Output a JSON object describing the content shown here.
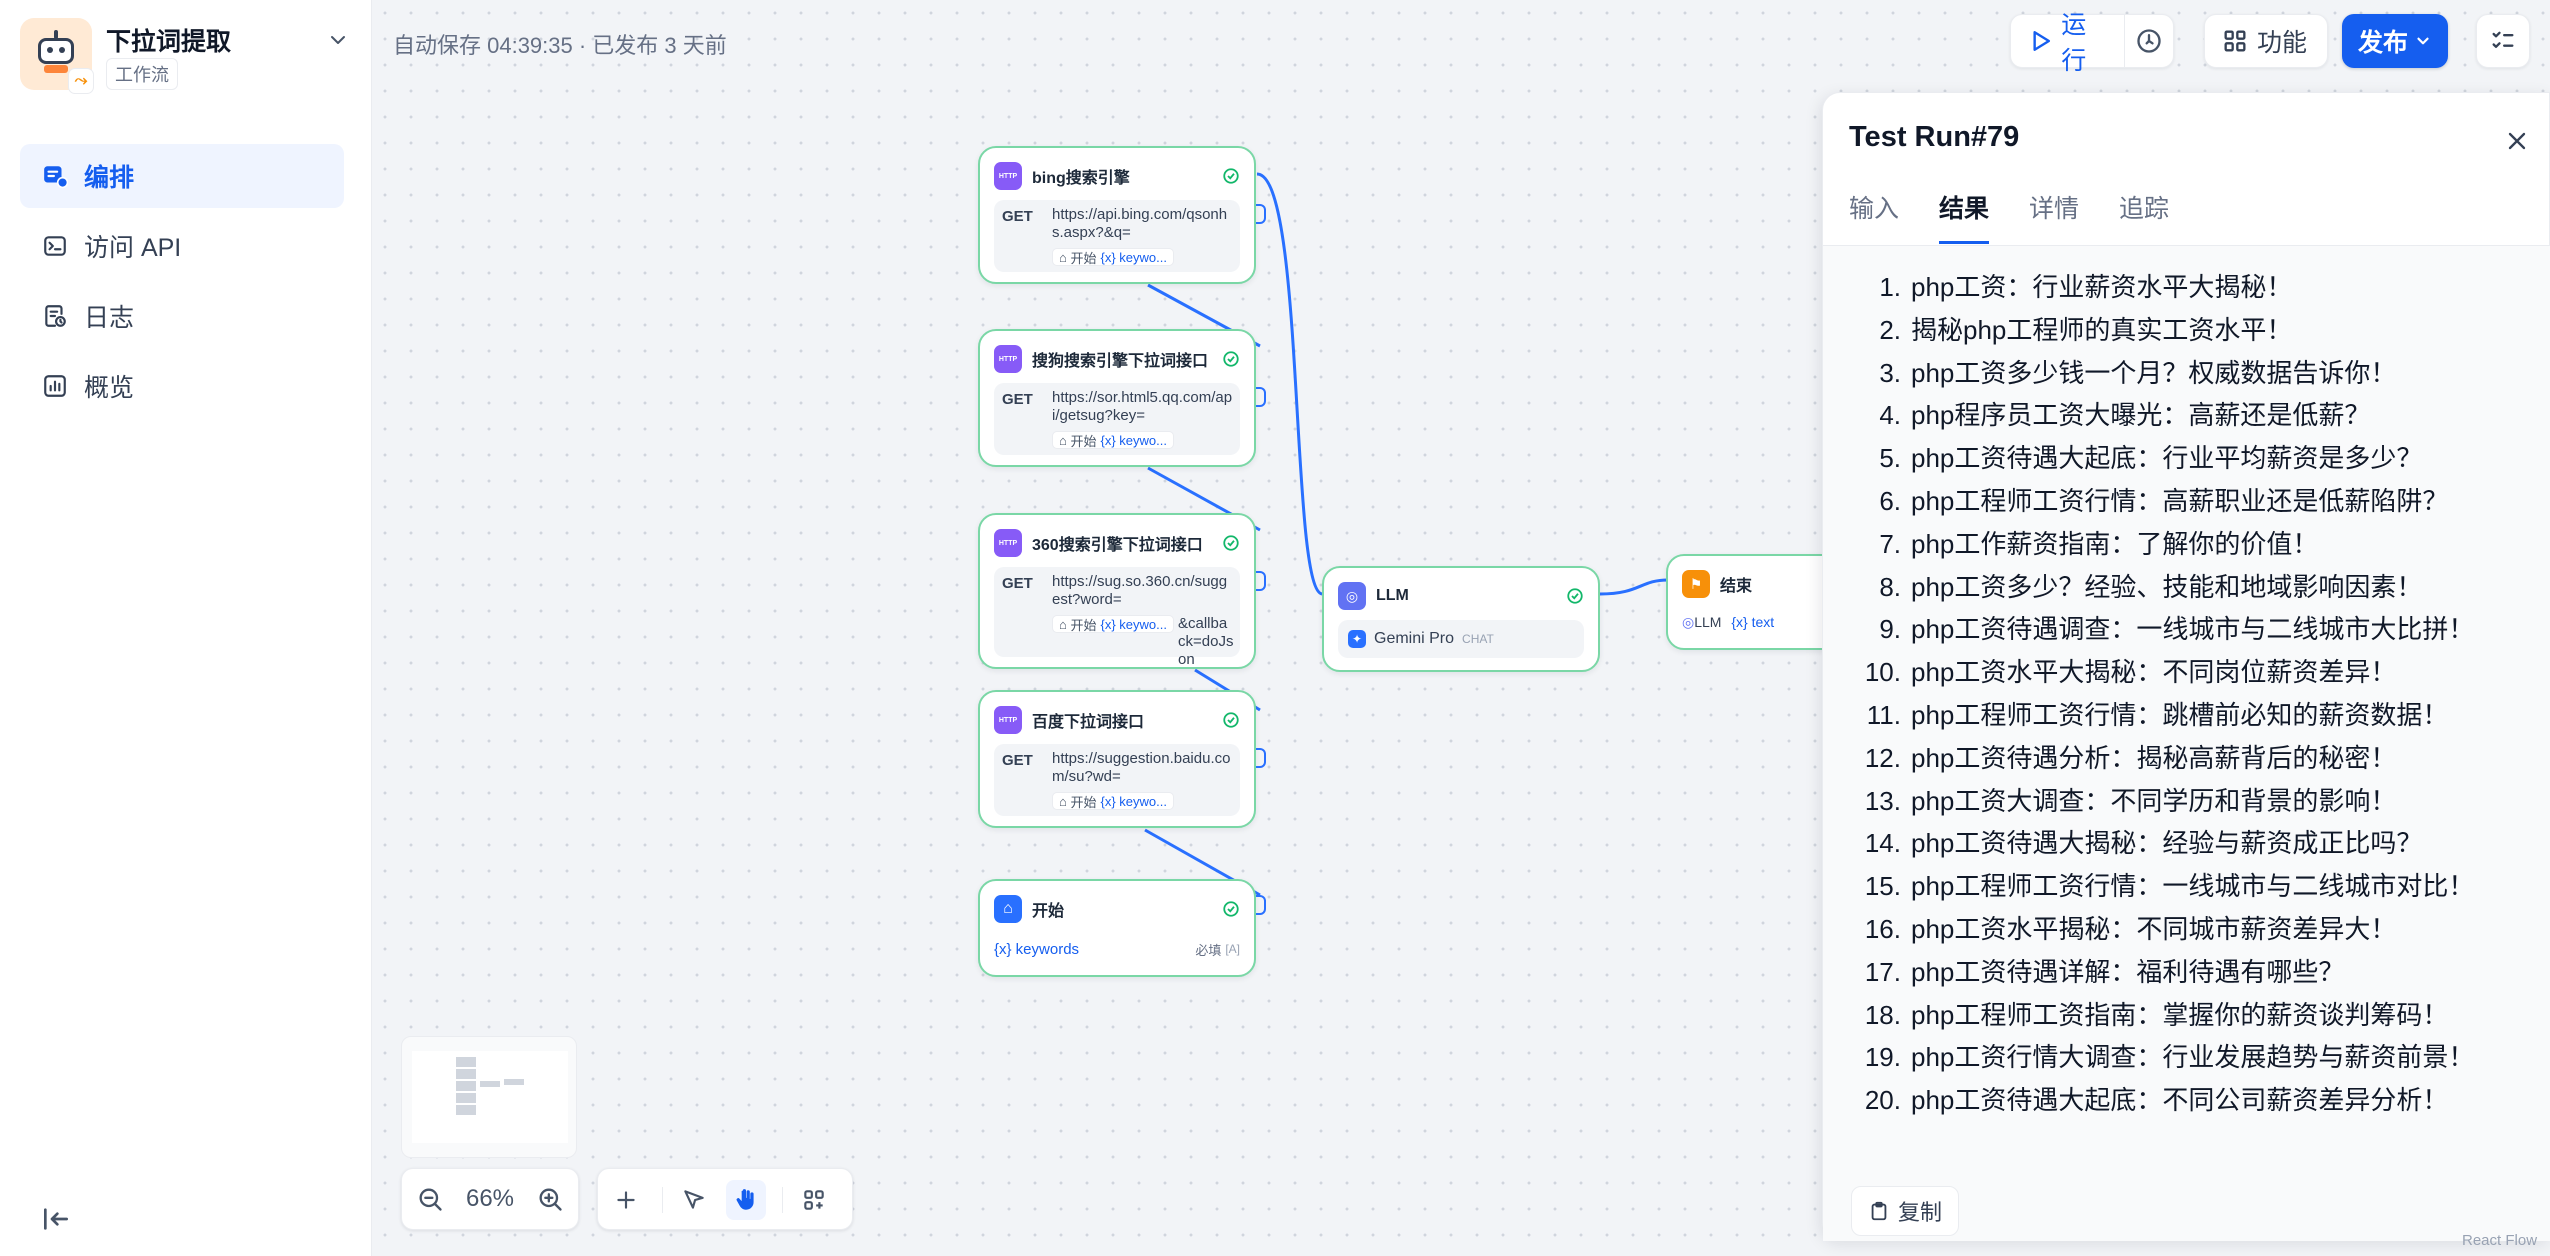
{
  "app": {
    "title": "下拉词提取",
    "type_label": "工作流"
  },
  "sidebar": {
    "items": [
      {
        "label": "编排",
        "icon": "orchestrate-icon",
        "active": true
      },
      {
        "label": "访问 API",
        "icon": "terminal-icon",
        "active": false
      },
      {
        "label": "日志",
        "icon": "log-icon",
        "active": false
      },
      {
        "label": "概览",
        "icon": "chart-icon",
        "active": false
      }
    ]
  },
  "header": {
    "autosave": "自动保存 04:39:35 · 已发布 3 天前",
    "run_label": "运行",
    "features_label": "功能",
    "publish_label": "发布"
  },
  "nodes": {
    "bing": {
      "title": "bing搜索引擎",
      "method": "GET",
      "url": "https://api.bing.com/qsonhs.aspx?&q=",
      "chip_start": "开始",
      "chip_var": "{x} keywo..."
    },
    "sogou": {
      "title": "搜狗搜索引擎下拉词接口",
      "method": "GET",
      "url": "https://sor.html5.qq.com/api/getsug?key=",
      "chip_start": "开始",
      "chip_var": "{x} keywo..."
    },
    "s360": {
      "title": "360搜索引擎下拉词接口",
      "method": "GET",
      "url": "https://sug.so.360.cn/suggest?word=",
      "chip_start": "开始",
      "chip_var": "{x} keywo...",
      "url_tail": "&callback=doJson"
    },
    "baidu": {
      "title": "百度下拉词接口",
      "method": "GET",
      "url": "https://suggestion.baidu.com/su?wd=",
      "chip_start": "开始",
      "chip_var": "{x} keywo..."
    },
    "start": {
      "title": "开始",
      "var": "{x} keywords",
      "required": "必填",
      "type_tag": "[A]"
    },
    "llm": {
      "title": "LLM",
      "model": "Gemini Pro",
      "mode": "CHAT"
    },
    "end": {
      "title": "结束",
      "source": "LLM",
      "var": "{x} text"
    }
  },
  "controls": {
    "zoom": "66%"
  },
  "panel": {
    "title": "Test Run#79",
    "tabs": [
      "输入",
      "结果",
      "详情",
      "追踪"
    ],
    "active_tab": "结果",
    "results": [
      "php工资：行业薪资水平大揭秘！",
      "揭秘php工程师的真实工资水平！",
      "php工资多少钱一个月？权威数据告诉你！",
      "php程序员工资大曝光：高薪还是低薪？",
      "php工资待遇大起底：行业平均薪资是多少？",
      "php工程师工资行情：高薪职业还是低薪陷阱？",
      "php工作薪资指南：了解你的价值！",
      "php工资多少？经验、技能和地域影响因素！",
      "php工资待遇调查：一线城市与二线城市大比拼！",
      "php工资水平大揭秘：不同岗位薪资差异！",
      "php工程师工资行情：跳槽前必知的薪资数据！",
      "php工资待遇分析：揭秘高薪背后的秘密！",
      "php工资大调查：不同学历和背景的影响！",
      "php工资待遇大揭秘：经验与薪资成正比吗？",
      "php工程师工资行情：一线城市与二线城市对比！",
      "php工资水平揭秘：不同城市薪资差异大！",
      "php工资待遇详解：福利待遇有哪些？",
      "php工程师工资指南：掌握你的薪资谈判筹码！",
      "php工资行情大调查：行业发展趋势与薪资前景！",
      "php工资待遇大起底：不同公司薪资差异分析！"
    ],
    "copy_label": "复制"
  },
  "footer": {
    "attribution": "React Flow"
  },
  "colors": {
    "accent": "#155eef",
    "success": "#12b76a",
    "http": "#875bf7",
    "llm": "#6172f3",
    "end": "#f79009"
  }
}
